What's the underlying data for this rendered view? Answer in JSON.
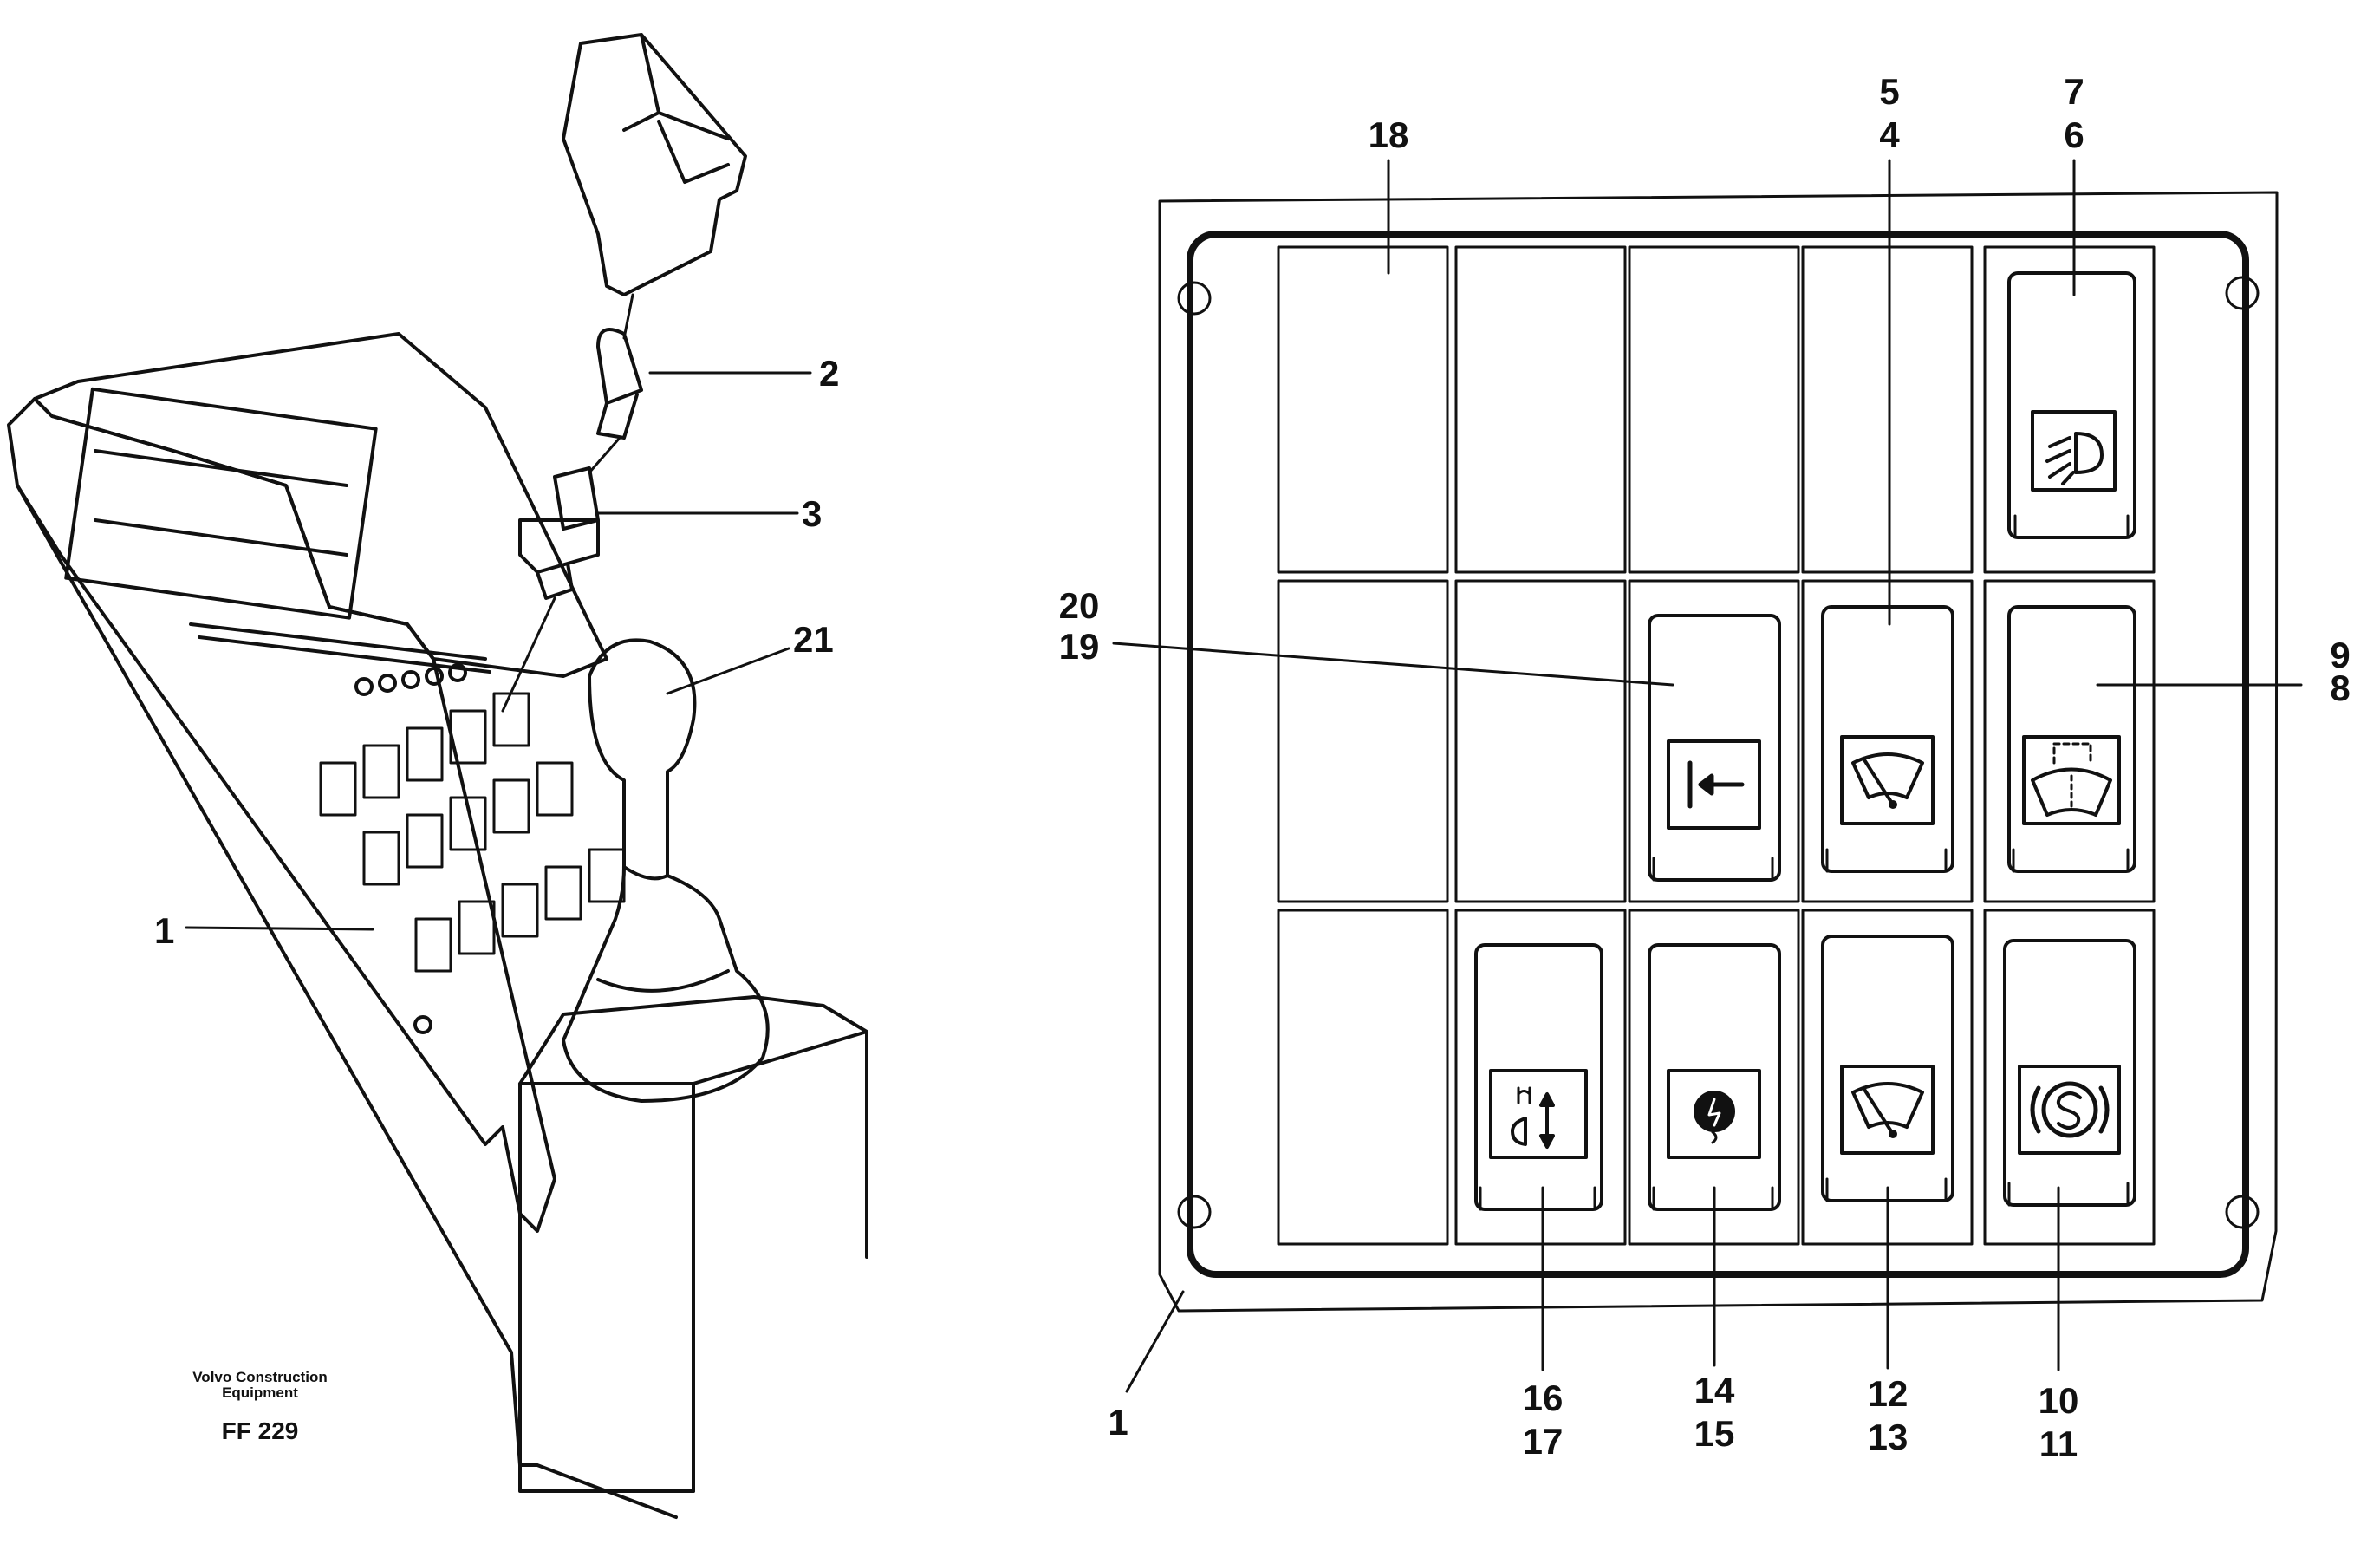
{
  "caption": {
    "company_line1": "Volvo Construction",
    "company_line2": "Equipment",
    "figure_code": "FF 229"
  },
  "callouts": {
    "c1_left": "1",
    "c2": "2",
    "c3": "3",
    "c21": "21",
    "c18": "18",
    "c5": "5",
    "c4": "4",
    "c7": "7",
    "c6": "6",
    "c20": "20",
    "c19": "19",
    "c9": "9",
    "c8": "8",
    "c16": "16",
    "c17": "17",
    "c14": "14",
    "c15": "15",
    "c12": "12",
    "c13": "13",
    "c10": "10",
    "c11": "11",
    "c1_right": "1"
  },
  "switch_icons": [
    "work-light-icon",
    "arrow-left-icon",
    "wiper-icon",
    "washer-wiper-icon",
    "adjust-arrows-icon",
    "circle-symbol-icon",
    "wiper-icon",
    "parking-brake-icon"
  ]
}
